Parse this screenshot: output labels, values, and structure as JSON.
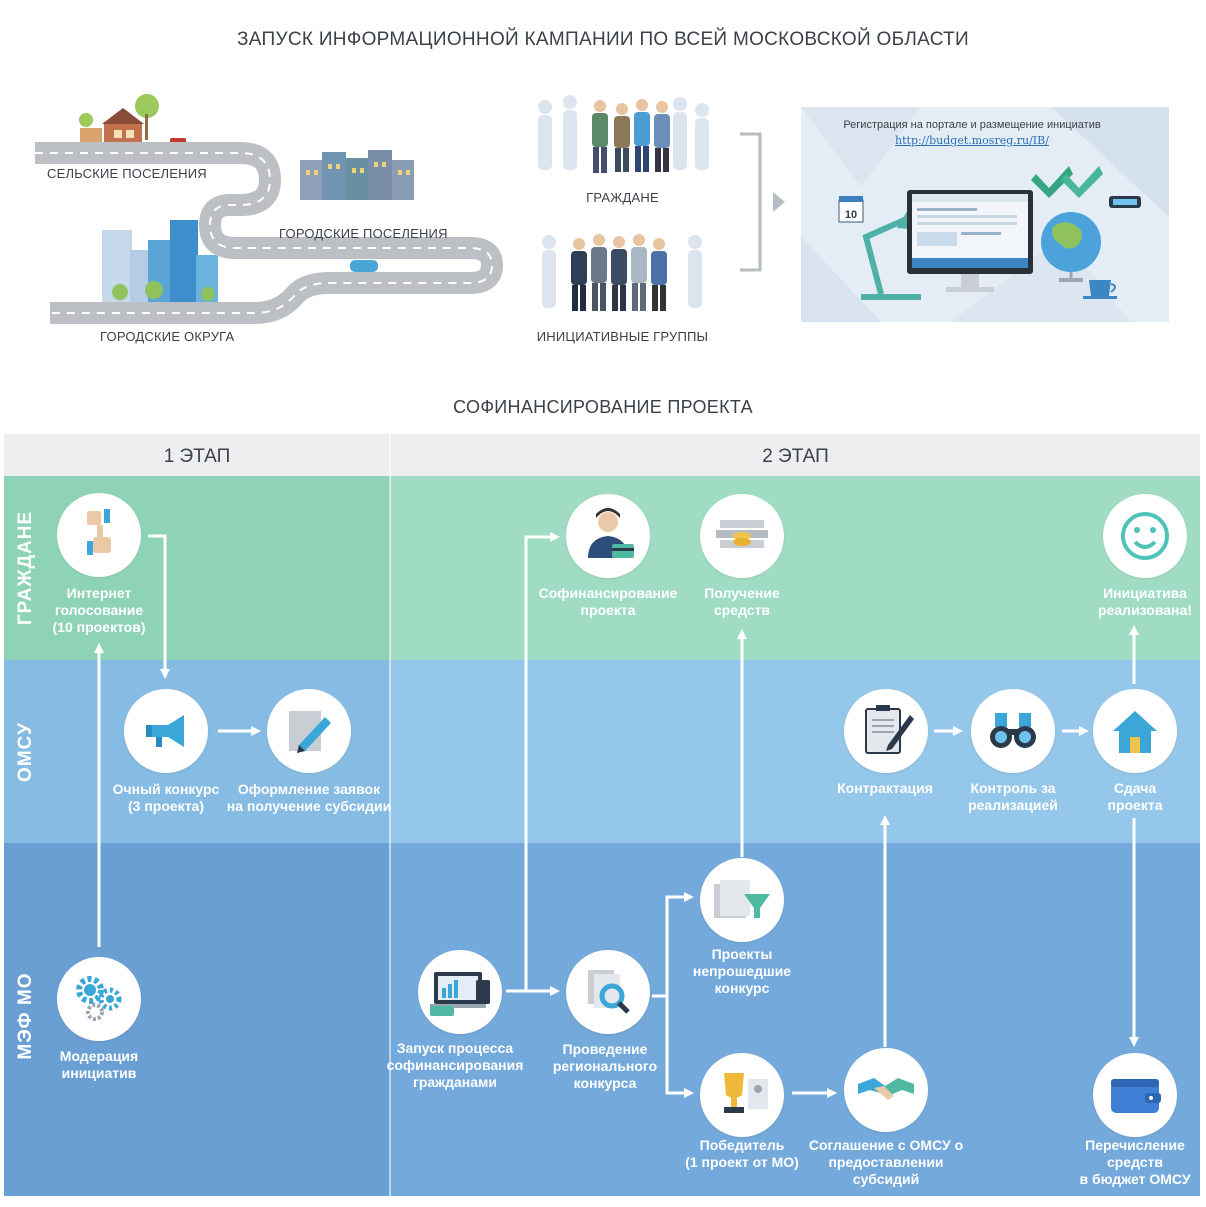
{
  "top": {
    "title": "ЗАПУСК ИНФОРМАЦИОННОЙ КАМПАНИИ ПО ВСЕЙ МОСКОВСКОЙ  ОБЛАСТИ",
    "road_labels": {
      "rural": "СЕЛЬСКИЕ ПОСЕЛЕНИЯ",
      "urban": "ГОРОДСКИЕ  ПОСЕЛЕНИЯ",
      "districts": "ГОРОДСКИЕ  ОКРУГА"
    },
    "groups": {
      "citizens": "ГРАЖДАНЕ",
      "initiative": "ИНИЦИАТИВНЫЕ ГРУППЫ"
    },
    "portal": {
      "text": "Регистрация на портале и размещение инициатив",
      "link": "http://budget.mosreg.ru/IB/",
      "calendar_day": "10"
    }
  },
  "process": {
    "title": "СОФИНАНСИРОВАНИЕ ПРОЕКТА",
    "stage1": "1 ЭТАП",
    "stage2": "2 ЭТАП",
    "rows": {
      "citizens": "ГРАЖДАНЕ",
      "omsu": "ОМСУ",
      "mef": "МЭФ МО"
    },
    "steps": {
      "internet_vote": "Интернет\nголосование\n(10 проектов)",
      "in_person": "Очный конкурс\n(3 проекта)",
      "application": "Оформление заявок\nна получение субсидии",
      "moderation": "Модерация\nинициатив",
      "launch": "Запуск процесса\nсофинансирования\nгражданами",
      "cofinancing": "Софинансирование\nпроекта",
      "regional_contest": "Проведение\nрегионального\nконкурса",
      "not_passed": "Проекты\nнепрошедшие\nконкурс",
      "receive_funds": "Получение\nсредств",
      "winner": "Победитель\n(1 проект от МО)",
      "agreement": "Соглашение с ОМСУ о\nпредоставлении\nсубсидий",
      "contracting": "Контрактация",
      "control": "Контроль за\nреализацией",
      "handover": "Сдача\nпроекта",
      "realized": "Инициатива\nреализована!",
      "transfer": "Перечисление\nсредств\nв бюджет ОМСУ"
    }
  },
  "colors": {
    "row_citizens": "#9fdcc3",
    "row_omsu": "#94c7e9",
    "row_mef": "#74a9db",
    "header": "#eceeef",
    "icon_blue": "#3aa7d8"
  }
}
